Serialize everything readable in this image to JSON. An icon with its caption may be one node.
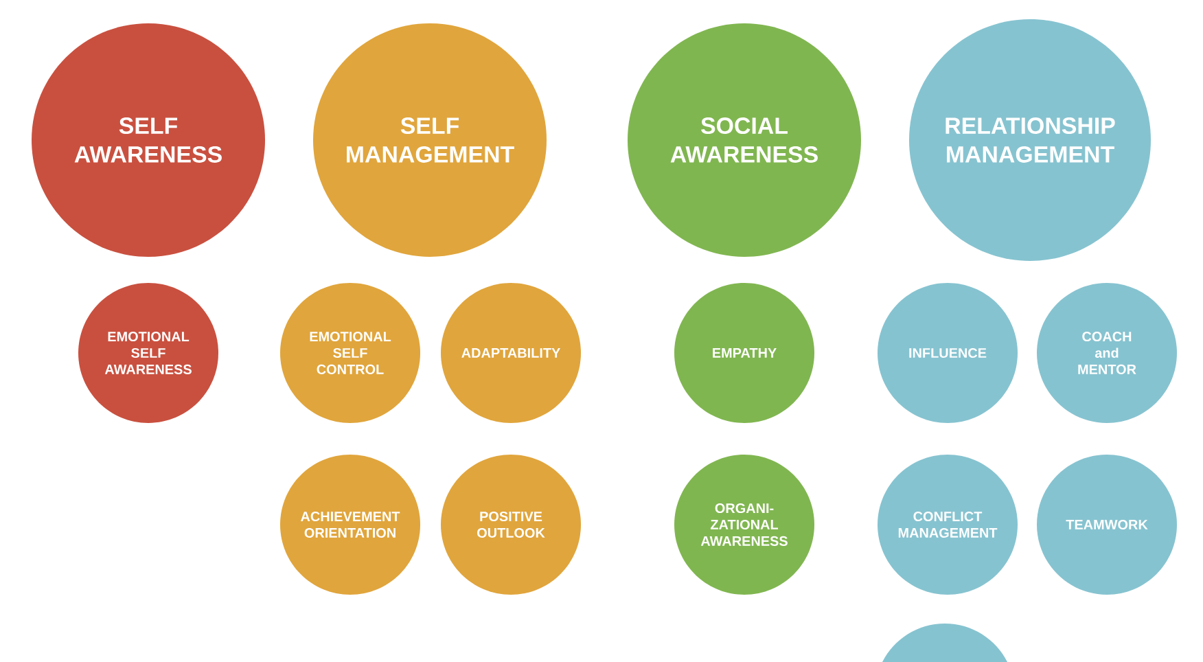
{
  "diagram": {
    "nodes": [
      {
        "text": [
          "SELF AWARENESS"
        ]
      },
      {
        "text": [
          "SELF MANAGEMENT"
        ]
      },
      {
        "text": [
          "SOCIAL AWARENESS"
        ]
      },
      {
        "text": [
          "RELATIONSHIP MANAGEMENT"
        ]
      },
      {
        "text": [
          "EMOTIONAL SELF AWARENESS"
        ]
      },
      {
        "text": [
          "EMOTIONAL SELF CONTROL"
        ]
      },
      {
        "text": [
          "ADAPTABILITY"
        ]
      },
      {
        "text": [
          "EMPATHY"
        ]
      },
      {
        "text": [
          "INFLUENCE"
        ]
      },
      {
        "text": [
          "COACH and MENTOR"
        ]
      },
      {
        "text": [
          "ACHIEVEMENT ORIENTATION"
        ]
      },
      {
        "text": [
          "POSITIVE OUTLOOK"
        ]
      },
      {
        "text": [
          "ORGANI-ZATIONAL AWARENESS"
        ]
      },
      {
        "text": [
          "CONFLICT MANAGEMENT"
        ]
      },
      {
        "text": [
          "TEAMWORK"
        ]
      },
      {
        "text": [],
        "shape": "circle"
      }
    ]
  }
}
